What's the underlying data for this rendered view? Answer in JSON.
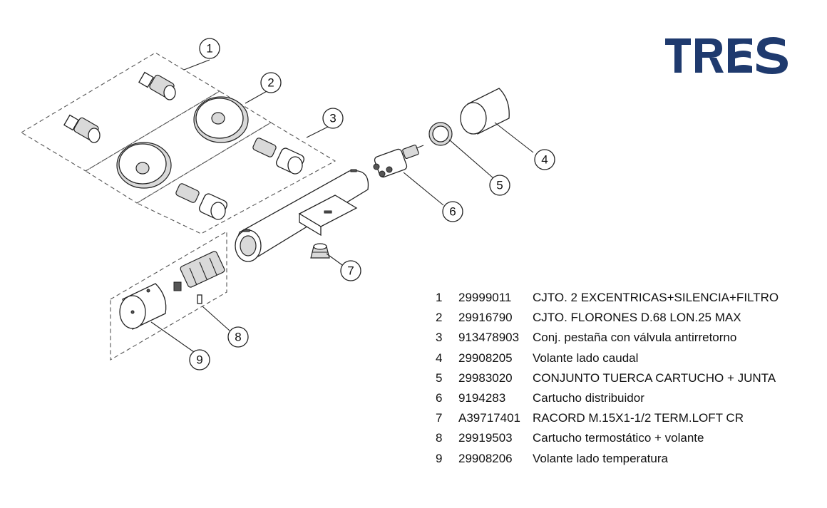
{
  "logo": {
    "text": "TRES",
    "color": "#1f3a6e"
  },
  "callouts": [
    "1",
    "2",
    "3",
    "4",
    "5",
    "6",
    "7",
    "8",
    "9"
  ],
  "parts": [
    {
      "num": "1",
      "code": "29999011",
      "desc": "CJTO. 2 EXCENTRICAS+SILENCIA+FILTRO"
    },
    {
      "num": "2",
      "code": "29916790",
      "desc": "CJTO. FLORONES D.68 LON.25 MAX"
    },
    {
      "num": "3",
      "code": "913478903",
      "desc": "Conj. pestaña con válvula antirretorno"
    },
    {
      "num": "4",
      "code": "29908205",
      "desc": "Volante lado caudal"
    },
    {
      "num": "5",
      "code": "29983020",
      "desc": "CONJUNTO TUERCA CARTUCHO + JUNTA"
    },
    {
      "num": "6",
      "code": "9194283",
      "desc": "Cartucho distribuidor"
    },
    {
      "num": "7",
      "code": "A39717401",
      "desc": "RACORD M.15X1-1/2 TERM.LOFT CR"
    },
    {
      "num": "8",
      "code": "29919503",
      "desc": "Cartucho termostático + volante"
    },
    {
      "num": "9",
      "code": "29908206",
      "desc": "Volante lado temperatura"
    }
  ]
}
